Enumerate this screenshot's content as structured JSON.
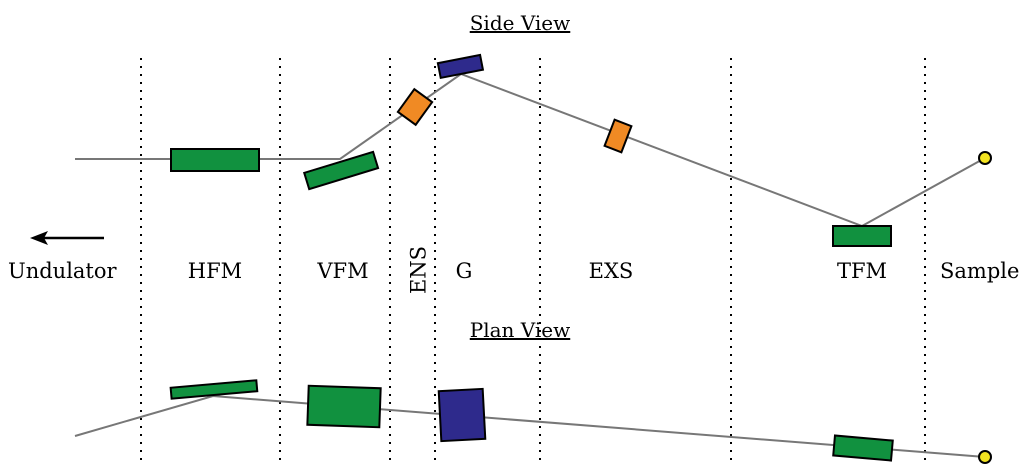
{
  "side_view": {
    "title": "Side View"
  },
  "plan_view": {
    "title": "Plan View"
  },
  "labels": {
    "undulator": "Undulator",
    "hfm": "HFM",
    "vfm": "VFM",
    "ens": "ENS",
    "g": "G",
    "exs": "EXS",
    "tfm": "TFM",
    "sample": "Sample"
  },
  "colors": {
    "mirror": "#11913f",
    "grating": "#2e2a8c",
    "slit": "#f08a24",
    "sample": "#f3e320",
    "beam": "#777777"
  },
  "arrow_icon": "left-arrow-icon"
}
